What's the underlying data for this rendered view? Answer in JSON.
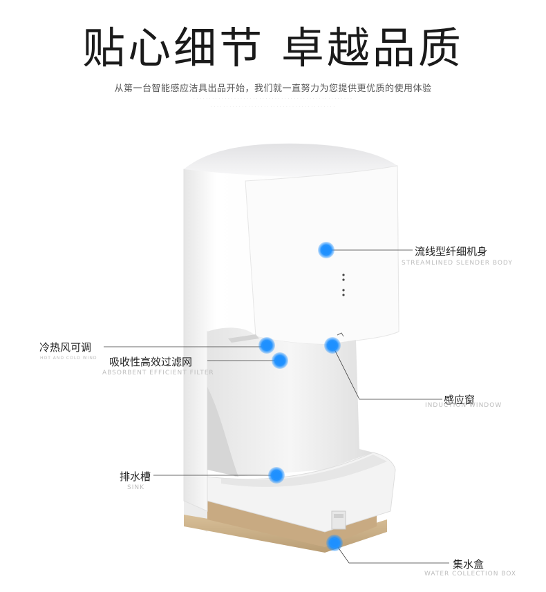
{
  "headline": "贴心细节 卓越品质",
  "subtitle": "从第一台智能感应洁具出品开始，我们就一直努力为您提供更优质的使用体验",
  "callouts": {
    "body": {
      "cn": "流线型纤细机身",
      "en": "STREAMLINED SLENDER BODY"
    },
    "hotcold": {
      "cn": "冷热风可调",
      "en": "HOT AND COLD WIND"
    },
    "filter": {
      "cn": "吸收性高效过滤网",
      "en": "ABSORBENT EFFICIENT FILTER"
    },
    "window": {
      "cn": "感应窗",
      "en": "INDUCTION WINDOW"
    },
    "sink": {
      "cn": "排水槽",
      "en": "SINK"
    },
    "waterbox": {
      "cn": "集水盒",
      "en": "WATER COLLECTION BOX"
    }
  },
  "colors": {
    "accent": "#1e90ff",
    "body": "#f4f4f4",
    "base": "#c8aa82"
  }
}
